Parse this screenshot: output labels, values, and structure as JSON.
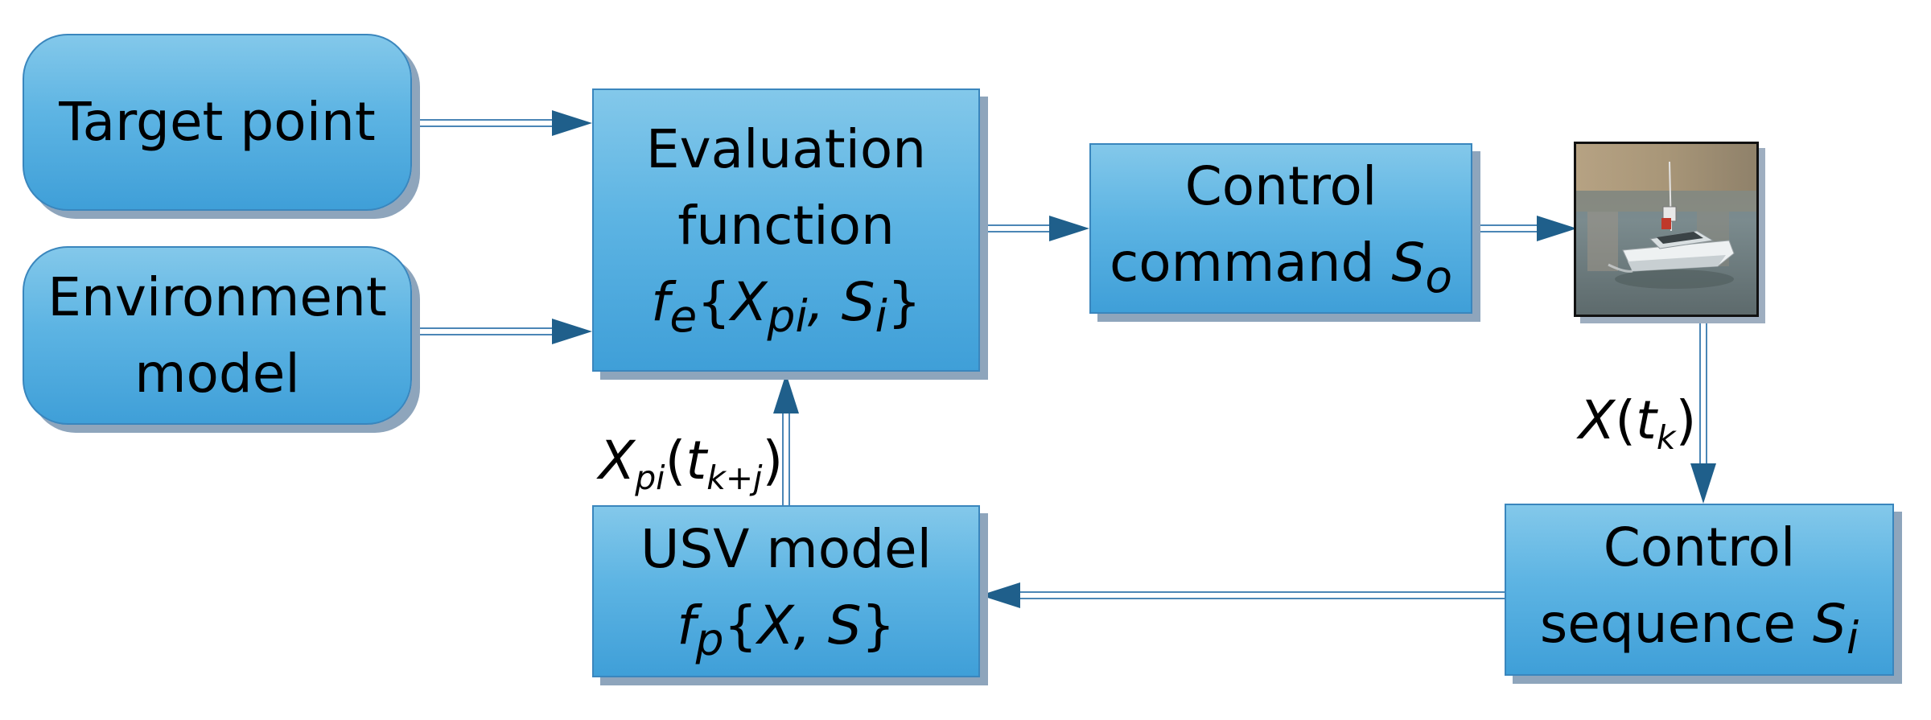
{
  "boxes": {
    "target_point": {
      "text": "Target point"
    },
    "environment_model": {
      "line1": "Environment",
      "line2": "model"
    },
    "evaluation_function": {
      "line1": "Evaluation",
      "line2": "function",
      "f": "f",
      "f_sub": "e",
      "open_brace": "{",
      "var1": "X",
      "var1_sub": "pi",
      "sep": ", ",
      "var2": "S",
      "var2_sub": "i",
      "close_brace": "}"
    },
    "control_command": {
      "line1": "Control",
      "line2_text": "command ",
      "var": "S",
      "var_sub": "o"
    },
    "control_sequence": {
      "line1": "Control",
      "line2_text": "sequence ",
      "var": "S",
      "var_sub": "i"
    },
    "usv_model": {
      "line1": "USV model",
      "f": "f",
      "f_sub": "p",
      "open_brace": "{",
      "var1": "X",
      "sep": ", ",
      "var2": "S",
      "close_brace": "}"
    }
  },
  "labels": {
    "state_measure": {
      "var": "X",
      "open": "(",
      "t": "t",
      "t_sub": "k",
      "close": ")"
    },
    "predicted_state": {
      "var": "X",
      "var_sub": "pi",
      "open": "(",
      "t": "t",
      "t_sub": "k+j",
      "close": ")"
    }
  },
  "image": {
    "description": "usv-boat-photo"
  },
  "colors": {
    "box_fill_top": "#83c8ea",
    "box_fill_bottom": "#3f9fd8",
    "box_border": "#3a86bd",
    "box_shadow": "#8ea5bc",
    "arrow": "#1f5f8b"
  }
}
